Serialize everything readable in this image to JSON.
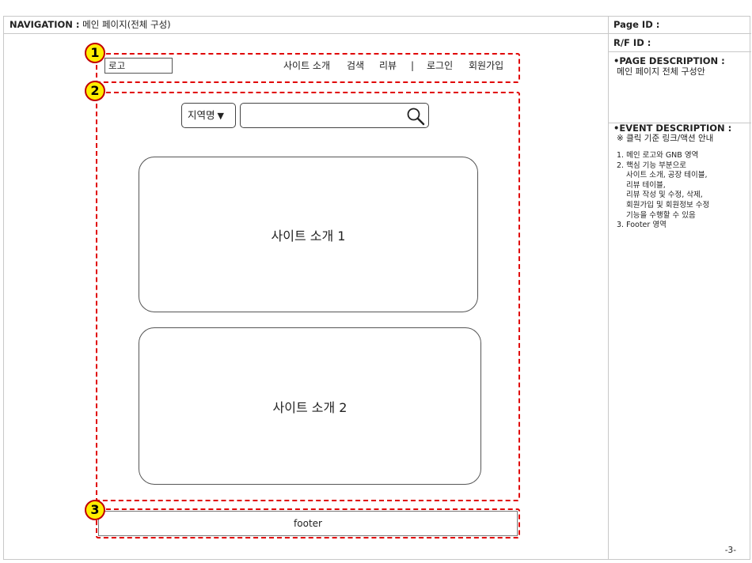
{
  "navigation": {
    "label": "NAVIGATION :",
    "value": "메인 페이지(전체 구성)"
  },
  "side_panel": {
    "page_id_label": "Page ID :",
    "rf_id_label": "R/F ID :",
    "page_description_title": "•PAGE DESCRIPTION :",
    "page_description_text": "메인 페이지 전체 구성안",
    "event_description_title": "•EVENT DESCRIPTION :",
    "event_note": "※ 클릭 기준 링크/액션 안내",
    "events": [
      {
        "main": "1. 메인 로고와 GNB 영역",
        "subs": []
      },
      {
        "main": "2. 핵심 기능 부분으로",
        "subs": [
          "사이트 소개, 공장 테이블,",
          "리뷰 테이블,",
          "리뷰 작성 및 수정, 삭제,",
          "회원가입 및 회원정보 수정",
          "기능을 수행할 수 있음"
        ]
      },
      {
        "main": "3. Footer 영역",
        "subs": []
      }
    ],
    "page_number": "-3-"
  },
  "markers": [
    "1",
    "2",
    "3"
  ],
  "header": {
    "logo_label": "로고",
    "gnb_items": [
      "사이트 소개",
      "검색",
      "리뷰",
      "|",
      "로그인",
      "회원가입"
    ]
  },
  "main": {
    "region_select": {
      "label": "지역명",
      "caret": "▼"
    },
    "search": {
      "placeholder": "",
      "icon": "search-icon"
    },
    "cards": [
      "사이트 소개 1",
      "사이트 소개 2"
    ]
  },
  "footer": {
    "label": "footer"
  },
  "colors": {
    "region_border": "#e00000",
    "marker_fill": "#ffee00",
    "marker_border": "#c00000",
    "frame_line": "#c8c8c8"
  }
}
